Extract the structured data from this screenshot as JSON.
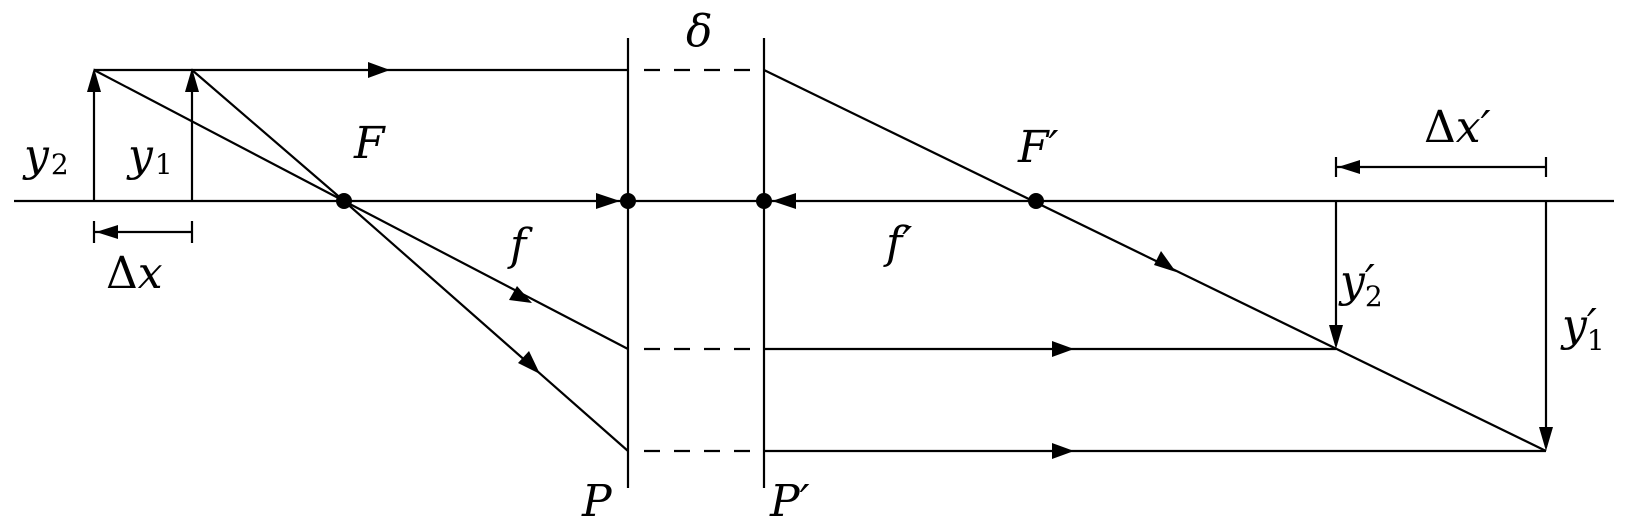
{
  "labels": {
    "delta": "δ",
    "F": "F",
    "F_prime": "F′",
    "f": "f",
    "f_prime": "f′",
    "P": "P",
    "P_prime": "P′",
    "y2": "y",
    "y2_sub": "2",
    "y1": "y",
    "y1_sub": "1",
    "y2_prime": "y′",
    "y2_prime_sub": "2",
    "y1_prime": "y′",
    "y1_prime_sub": "1",
    "delta_x_sym": "Δ",
    "delta_x_var": "x",
    "delta_x_prime_sym": "Δ",
    "delta_x_prime_var": "x′"
  }
}
